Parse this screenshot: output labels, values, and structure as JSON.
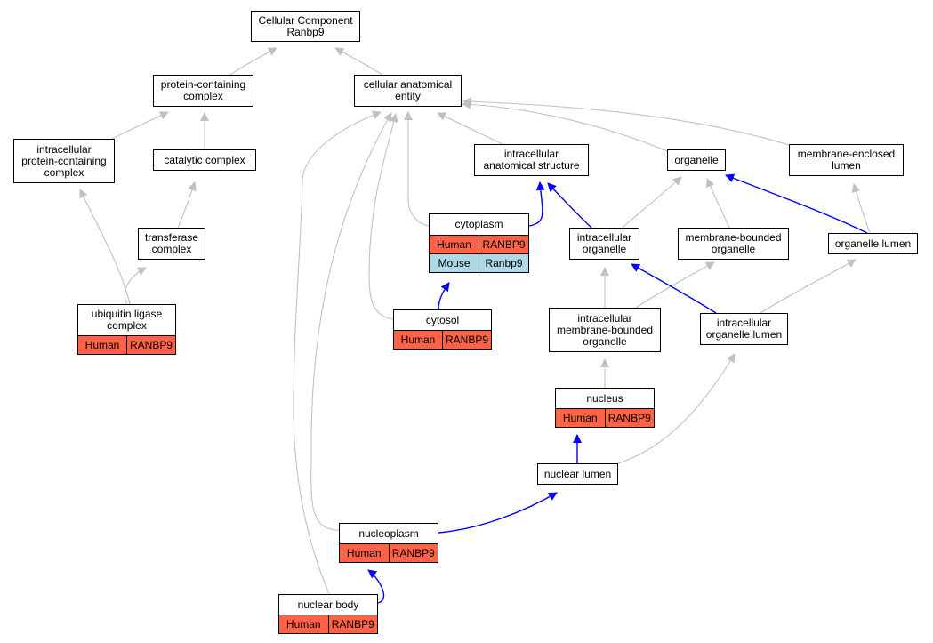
{
  "diagram": {
    "colors": {
      "gray_edge": "#c0c0c0",
      "blue_edge": "#0000ff",
      "human": "#ff6347",
      "mouse": "#add8e6"
    },
    "nodes": [
      {
        "id": "root",
        "label": "Cellular Component\nRanbp9"
      },
      {
        "id": "protein_containing_complex",
        "label": "protein-containing\ncomplex"
      },
      {
        "id": "cellular_anatomical_entity",
        "label": "cellular anatomical\nentity"
      },
      {
        "id": "intracellular_protein_containing_complex",
        "label": "intracellular\nprotein-containing\ncomplex"
      },
      {
        "id": "catalytic_complex",
        "label": "catalytic complex"
      },
      {
        "id": "intracellular_anatomical_structure",
        "label": "intracellular\nanatomical structure"
      },
      {
        "id": "organelle",
        "label": "organelle"
      },
      {
        "id": "membrane_enclosed_lumen",
        "label": "membrane-enclosed\nlumen"
      },
      {
        "id": "transferase_complex",
        "label": "transferase\ncomplex"
      },
      {
        "id": "cytoplasm",
        "label": "cytoplasm",
        "rows": [
          {
            "species": "Human",
            "gene": "RANBP9"
          },
          {
            "species": "Mouse",
            "gene": "Ranbp9"
          }
        ]
      },
      {
        "id": "intracellular_organelle",
        "label": "intracellular\norganelle"
      },
      {
        "id": "membrane_bounded_organelle",
        "label": "membrane-bounded\norganelle"
      },
      {
        "id": "organelle_lumen",
        "label": "organelle lumen"
      },
      {
        "id": "ubiquitin_ligase_complex",
        "label": "ubiquitin ligase\ncomplex",
        "rows": [
          {
            "species": "Human",
            "gene": "RANBP9"
          }
        ]
      },
      {
        "id": "cytosol",
        "label": "cytosol",
        "rows": [
          {
            "species": "Human",
            "gene": "RANBP9"
          }
        ]
      },
      {
        "id": "intracellular_membrane_bounded_organelle",
        "label": "intracellular\nmembrane-bounded\norganelle"
      },
      {
        "id": "intracellular_organelle_lumen",
        "label": "intracellular\norganelle lumen"
      },
      {
        "id": "nucleus",
        "label": "nucleus",
        "rows": [
          {
            "species": "Human",
            "gene": "RANBP9"
          }
        ]
      },
      {
        "id": "nuclear_lumen",
        "label": "nuclear lumen"
      },
      {
        "id": "nucleoplasm",
        "label": "nucleoplasm",
        "rows": [
          {
            "species": "Human",
            "gene": "RANBP9"
          }
        ]
      },
      {
        "id": "nuclear_body",
        "label": "nuclear body",
        "rows": [
          {
            "species": "Human",
            "gene": "RANBP9"
          }
        ]
      }
    ],
    "edges": [
      {
        "from": "protein_containing_complex",
        "to": "root",
        "kind": "is_a"
      },
      {
        "from": "cellular_anatomical_entity",
        "to": "root",
        "kind": "is_a"
      },
      {
        "from": "intracellular_protein_containing_complex",
        "to": "protein_containing_complex",
        "kind": "is_a"
      },
      {
        "from": "catalytic_complex",
        "to": "protein_containing_complex",
        "kind": "is_a"
      },
      {
        "from": "transferase_complex",
        "to": "catalytic_complex",
        "kind": "is_a"
      },
      {
        "from": "ubiquitin_ligase_complex",
        "to": "intracellular_protein_containing_complex",
        "kind": "is_a"
      },
      {
        "from": "ubiquitin_ligase_complex",
        "to": "transferase_complex",
        "kind": "is_a"
      },
      {
        "from": "intracellular_anatomical_structure",
        "to": "cellular_anatomical_entity",
        "kind": "is_a"
      },
      {
        "from": "organelle",
        "to": "cellular_anatomical_entity",
        "kind": "is_a"
      },
      {
        "from": "membrane_enclosed_lumen",
        "to": "cellular_anatomical_entity",
        "kind": "is_a"
      },
      {
        "from": "cytoplasm",
        "to": "cellular_anatomical_entity",
        "kind": "is_a"
      },
      {
        "from": "cytosol",
        "to": "cellular_anatomical_entity",
        "kind": "is_a"
      },
      {
        "from": "nucleoplasm",
        "to": "cellular_anatomical_entity",
        "kind": "is_a"
      },
      {
        "from": "nuclear_body",
        "to": "cellular_anatomical_entity",
        "kind": "is_a"
      },
      {
        "from": "cytoplasm",
        "to": "intracellular_anatomical_structure",
        "kind": "part_of"
      },
      {
        "from": "intracellular_organelle",
        "to": "intracellular_anatomical_structure",
        "kind": "part_of"
      },
      {
        "from": "intracellular_organelle",
        "to": "organelle",
        "kind": "is_a"
      },
      {
        "from": "membrane_bounded_organelle",
        "to": "organelle",
        "kind": "is_a"
      },
      {
        "from": "organelle_lumen",
        "to": "organelle",
        "kind": "part_of"
      },
      {
        "from": "organelle_lumen",
        "to": "membrane_enclosed_lumen",
        "kind": "is_a"
      },
      {
        "from": "cytosol",
        "to": "cytoplasm",
        "kind": "part_of"
      },
      {
        "from": "intracellular_membrane_bounded_organelle",
        "to": "intracellular_organelle",
        "kind": "is_a"
      },
      {
        "from": "intracellular_membrane_bounded_organelle",
        "to": "membrane_bounded_organelle",
        "kind": "is_a"
      },
      {
        "from": "intracellular_organelle_lumen",
        "to": "intracellular_organelle",
        "kind": "part_of"
      },
      {
        "from": "intracellular_organelle_lumen",
        "to": "organelle_lumen",
        "kind": "is_a"
      },
      {
        "from": "nucleus",
        "to": "intracellular_membrane_bounded_organelle",
        "kind": "is_a"
      },
      {
        "from": "nuclear_lumen",
        "to": "nucleus",
        "kind": "part_of"
      },
      {
        "from": "nuclear_lumen",
        "to": "intracellular_organelle_lumen",
        "kind": "is_a"
      },
      {
        "from": "nucleoplasm",
        "to": "nuclear_lumen",
        "kind": "part_of"
      },
      {
        "from": "nuclear_body",
        "to": "nucleoplasm",
        "kind": "part_of"
      }
    ]
  }
}
